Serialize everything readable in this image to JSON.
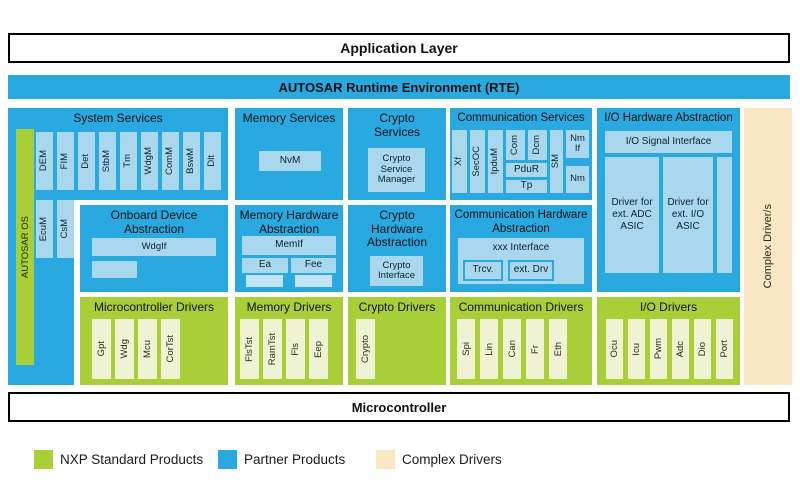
{
  "app_layer": "Application Layer",
  "rte": "AUTOSAR Runtime Environment (RTE)",
  "microcontroller": "Microcontroller",
  "autosar_os": "AUTOSAR OS",
  "complex_bar": "Complex Driver/s",
  "system_services": {
    "title": "System Services",
    "row1": [
      "DEM",
      "FIM",
      "Det",
      "StbM",
      "Tm",
      "WdgM",
      "ComM",
      "BswM",
      "Dlt"
    ],
    "row2": [
      "EcuM",
      "CsM"
    ]
  },
  "memory_services": {
    "title": "Memory Services",
    "modules": [
      "NvM"
    ]
  },
  "crypto_services": {
    "title": "Crypto Services",
    "modules": [
      "Crypto Service Manager"
    ]
  },
  "comm_services": {
    "title": "Communication Services",
    "xf": "Xf",
    "secoc": "SecOC",
    "ipdum": "IpduM",
    "com": "Com",
    "dcm": "Dcm",
    "pdur": "PduR",
    "tp": "Tp",
    "sm": "SM",
    "nm_if": "Nm If",
    "nm": "Nm"
  },
  "io_hw": {
    "title": "I/O Hardware Abstraction",
    "signal_interface": "I/O Signal Interface",
    "adc_driver": "Driver for ext. ADC ASIC",
    "io_driver": "Driver for ext. I/O ASIC"
  },
  "onboard": {
    "title": "Onboard Device Abstraction",
    "modules": [
      "WdgIf"
    ]
  },
  "memory_hw": {
    "title": "Memory Hardware Abstraction",
    "memif": "MemIf",
    "ea": "Ea",
    "fee": "Fee"
  },
  "crypto_hw": {
    "title": "Crypto Hardware Abstraction",
    "modules": [
      "Crypto Interface"
    ]
  },
  "comm_hw": {
    "title": "Communication Hardware Abstraction",
    "interface": "xxx Interface",
    "trcv": "Trcv.",
    "ext_drv": "ext. Drv"
  },
  "mcu_drivers": {
    "title": "Microcontroller Drivers",
    "modules": [
      "Gpt",
      "Wdg",
      "Mcu",
      "CorTst"
    ]
  },
  "memory_drivers": {
    "title": "Memory Drivers",
    "modules": [
      "FlsTst",
      "RamTst",
      "Fls",
      "Eep"
    ]
  },
  "crypto_drivers": {
    "title": "Crypto Drivers",
    "modules": [
      "Crypto"
    ]
  },
  "comm_drivers": {
    "title": "Communication Drivers",
    "modules": [
      "Spi",
      "Lin",
      "Can",
      "Fr",
      "Eth"
    ]
  },
  "io_drivers": {
    "title": "I/O Drivers",
    "modules": [
      "Ocu",
      "Icu",
      "Pwm",
      "Adc",
      "Dio",
      "Port"
    ]
  },
  "legend": [
    {
      "label": "NXP Standard Products",
      "color": "#A8CE38"
    },
    {
      "label": "Partner Products",
      "color": "#29A9DF"
    },
    {
      "label": "Complex Drivers",
      "color": "#FAE8C4"
    }
  ],
  "colors": {
    "partner_blue": "#29A9DF",
    "module_light_blue": "#A8D7EE",
    "nxp_green": "#A8CE38",
    "module_light_green": "#EFF3D3",
    "complex_cream": "#FAE8C4"
  }
}
